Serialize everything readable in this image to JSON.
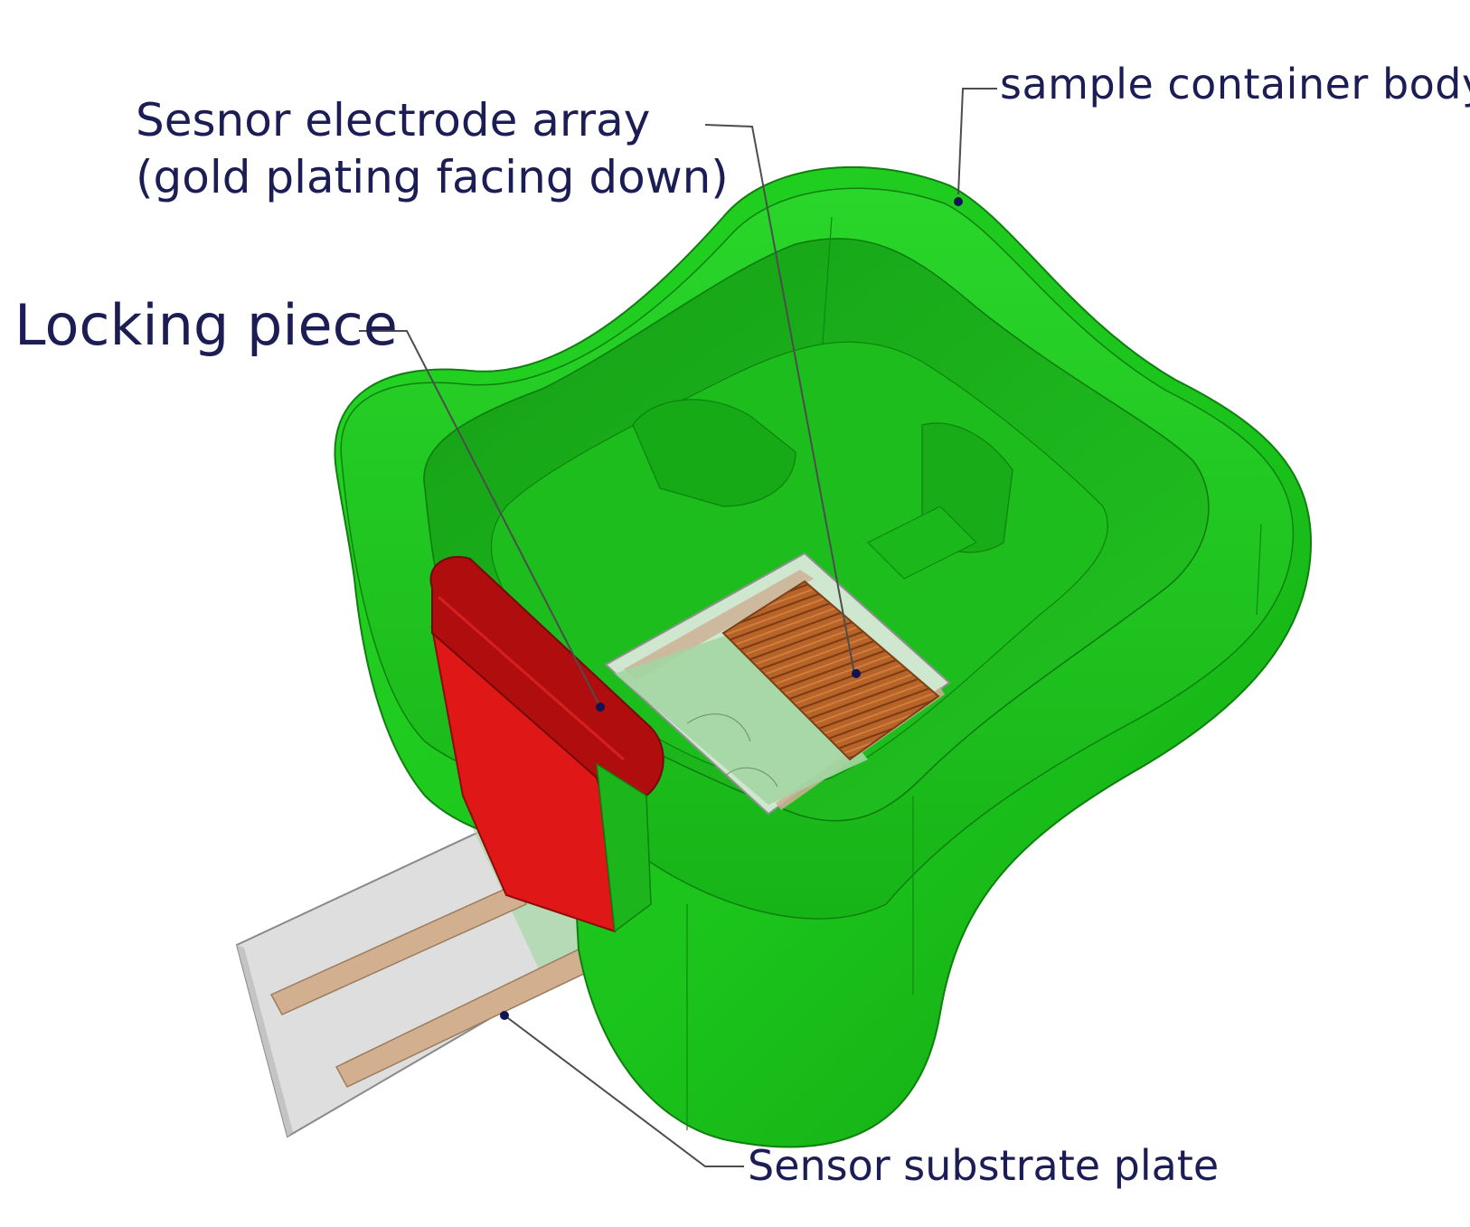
{
  "labels": {
    "container_body": "sample container body",
    "electrode_array_line1": "Sesnor electrode array",
    "electrode_array_line2": "(gold plating facing down)",
    "locking_piece": "Locking piece",
    "substrate_plate": "Sensor substrate plate"
  },
  "colors": {
    "container_green": "#1ec91e",
    "container_dark": "#13a813",
    "locking_red": "#d81414",
    "locking_dark": "#ad0c0c",
    "electrode_gold": "#b5622a",
    "substrate_light": "#dcdcdc",
    "trace_tan": "#cfae8f",
    "label_text": "#1c1d55"
  }
}
